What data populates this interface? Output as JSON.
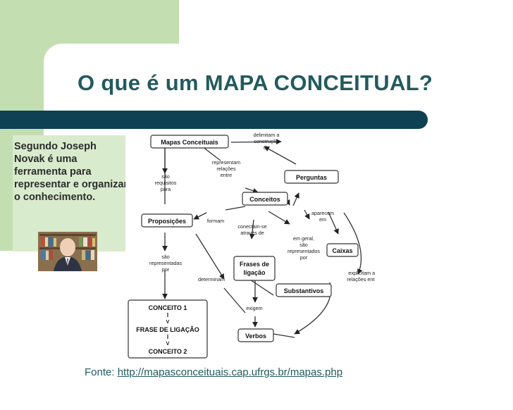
{
  "slide": {
    "title": "O que é um MAPA CONCEITUAL?",
    "side_text": "Segundo Joseph Novak é uma ferramenta para representar e organizar o conhecimento.",
    "source_label": "Fonte:",
    "source_url": "http://mapasconceituais.cap.ufrgs.br/mapas.php"
  },
  "diagram": {
    "nodes": {
      "mapas": "Mapas Conceituais",
      "perguntas": "Perguntas",
      "conceitos": "Conceitos",
      "proposicoes": "Proposições",
      "caixas": "Caixas",
      "frases_l1": "Frases de",
      "frases_l2": "ligação",
      "substantivos": "Substantivos",
      "verbos": "Verbos"
    },
    "links": {
      "delimitam_1": "delimitam a",
      "delimitam_2": "construção",
      "delimitam_3": "de",
      "representam_1": "representam",
      "representam_2": "relações",
      "representam_3": "entre",
      "sao_req_1": "são",
      "sao_req_2": "requisitos",
      "sao_req_3": "para",
      "formam": "formam",
      "conectam_1": "conectam-se",
      "conectam_2": "através de",
      "aparecem_1": "aparecem",
      "aparecem_2": "em",
      "emgeral_1": "em geral,",
      "emgeral_2": "são",
      "emgeral_3": "representados",
      "emgeral_4": "por",
      "sao_rep_1": "são",
      "sao_rep_2": "representadas",
      "sao_rep_3": "por",
      "determinam": "determinam",
      "explicitam_1": "explicitam as",
      "explicitam_2": "relações entre",
      "exigem": "exigem"
    },
    "example": {
      "concept1": "CONCEITO 1",
      "link_phrase": "FRASE DE LIGAÇÃO",
      "concept2": "CONCEITO 2",
      "bar": "I",
      "arrow": "V"
    }
  }
}
